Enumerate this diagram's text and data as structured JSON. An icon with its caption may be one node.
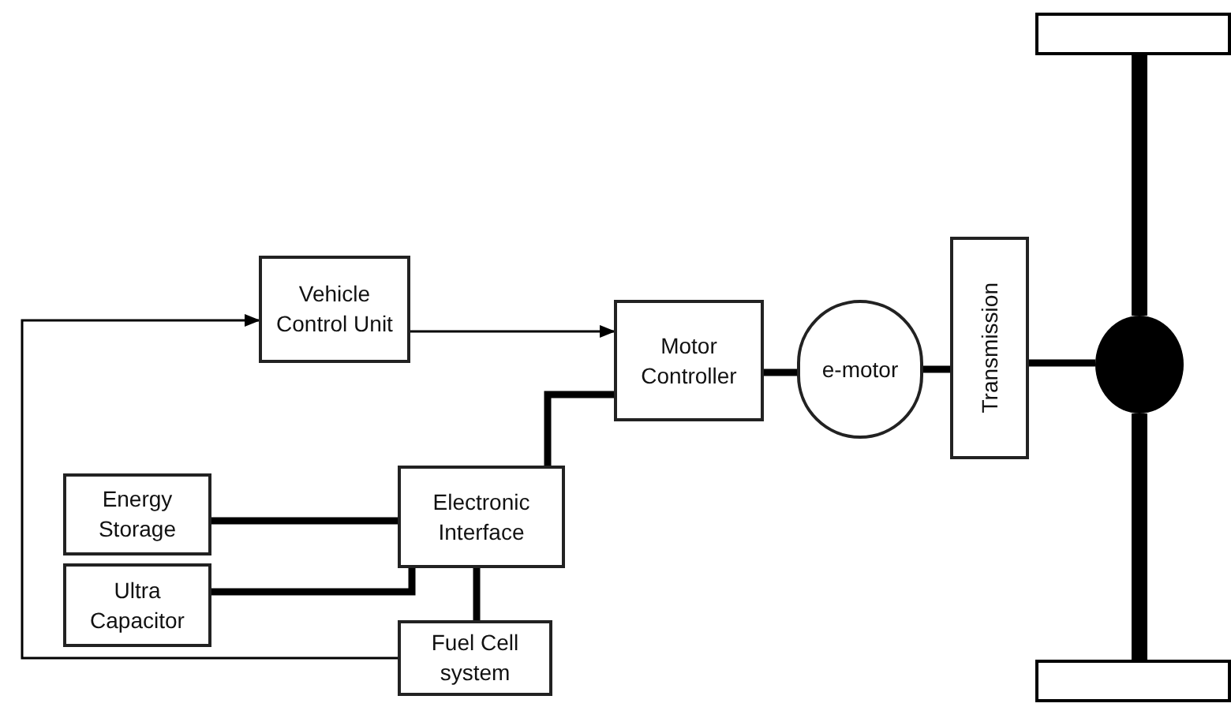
{
  "diagram": {
    "nodes": [
      {
        "text": [
          "Vehicle Control Unit"
        ]
      },
      {
        "text": [
          "Motor Controller"
        ]
      },
      {
        "text": [
          "e-motor"
        ]
      },
      {
        "text": [
          "Transmission"
        ]
      },
      {
        "text": [
          "Energy Storage"
        ]
      },
      {
        "text": [
          "Electronic Interface"
        ]
      },
      {
        "text": [
          "Ultra Capacitor"
        ]
      },
      {
        "text": [
          "Fuel Cell system"
        ]
      },
      {
        "text": [],
        "shape": "circle"
      },
      {
        "text": [],
        "shape": "box"
      },
      {
        "text": [],
        "shape": "box"
      }
    ],
    "edges": [
      {
        "from": 7,
        "to": 0,
        "arrow": "to"
      },
      {
        "from": 0,
        "to": 1,
        "arrow": "to"
      },
      {
        "from": 5,
        "to": 1,
        "arrow": "none"
      },
      {
        "from": 4,
        "to": 5,
        "arrow": "none"
      },
      {
        "from": 6,
        "to": 5,
        "arrow": "none"
      },
      {
        "from": 5,
        "to": 7,
        "arrow": "none"
      },
      {
        "from": 1,
        "to": 2,
        "arrow": "none"
      },
      {
        "from": 2,
        "to": 3,
        "arrow": "none"
      },
      {
        "from": 3,
        "to": 8,
        "arrow": "none"
      },
      {
        "from": 8,
        "to": 9,
        "arrow": "none",
        "style": "thick"
      },
      {
        "from": 8,
        "to": 10,
        "arrow": "none",
        "style": "thick"
      }
    ]
  }
}
